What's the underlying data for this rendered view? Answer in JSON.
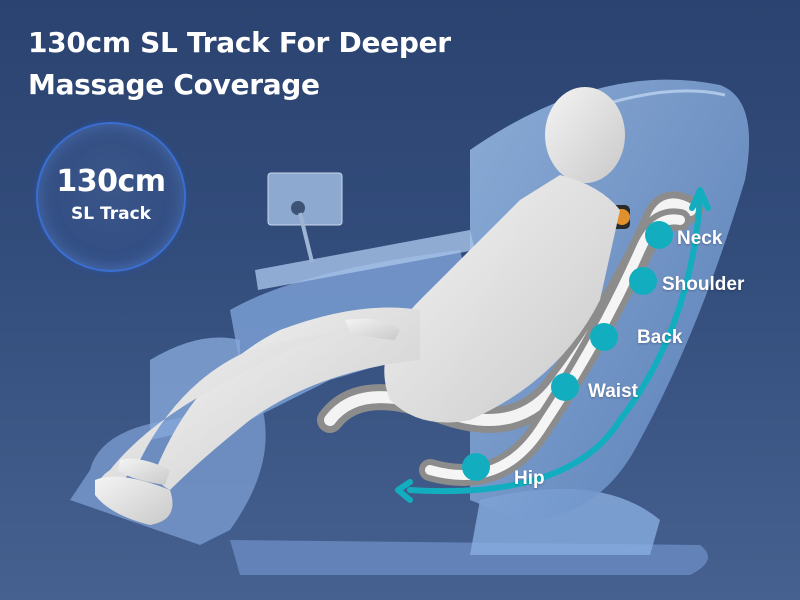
{
  "headline": {
    "line1": "130cm SL Track For Deeper",
    "line2": "Massage Coverage"
  },
  "badge": {
    "value": "130cm",
    "label": "SL Track"
  },
  "zones": [
    {
      "label": "Neck"
    },
    {
      "label": "Shoulder"
    },
    {
      "label": "Back"
    },
    {
      "label": "Waist"
    },
    {
      "label": "Hip"
    }
  ],
  "colors": {
    "background": "#2f4877",
    "accent_teal": "#12aec0",
    "text": "#ffffff",
    "chair_blue": "#7fa6d8"
  }
}
